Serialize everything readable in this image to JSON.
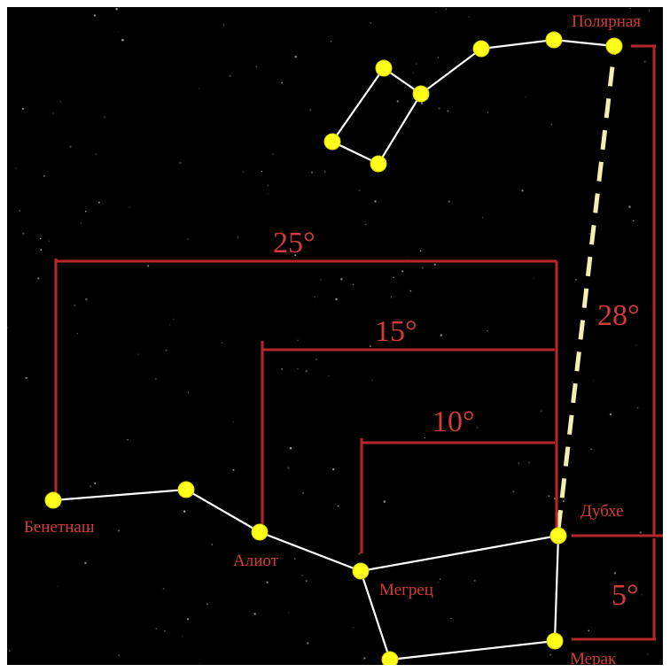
{
  "stars": {
    "polaris": "Полярная",
    "dubhe": "Дубхе",
    "merak": "Мерак",
    "megrez": "Мегрец",
    "alioth": "Алиот",
    "benetnash": "Бенетнаш"
  },
  "angles": {
    "benetnash_dubhe": "25°",
    "alioth_dubhe": "15°",
    "megrez_dubhe": "10°",
    "dubhe_polaris": "28°",
    "merak_dubhe": "5°"
  },
  "colors": {
    "sky": "#000000",
    "star": "#ffff1a",
    "lines": "#ffffff",
    "measure": "#b72727",
    "labels": "#d33a3a"
  }
}
